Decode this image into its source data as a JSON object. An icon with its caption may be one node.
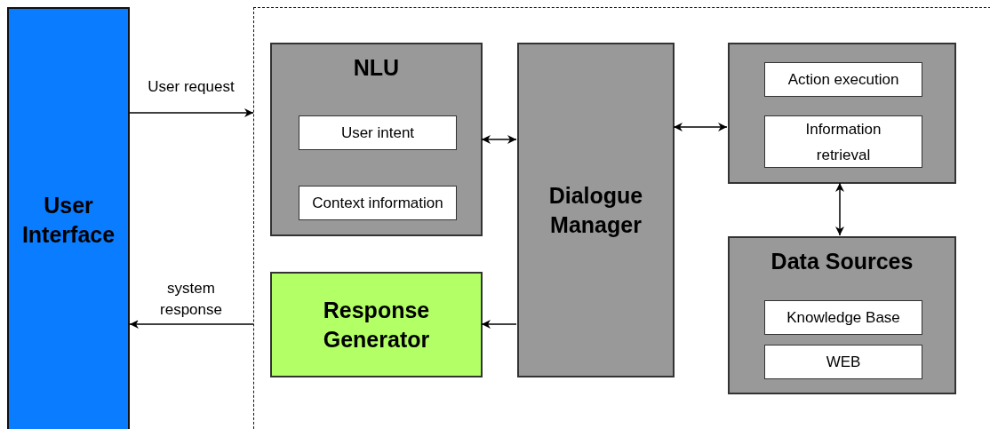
{
  "diagram": {
    "nodes": [
      {
        "text": [
          "User Interface"
        ]
      },
      {
        "text": [],
        "shape": "box"
      },
      {
        "text": [
          "NLU"
        ],
        "in": 1
      },
      {
        "text": [
          "User intent"
        ],
        "in": 2
      },
      {
        "text": [
          "Context information"
        ],
        "in": 2
      },
      {
        "text": [
          "Response Generator"
        ],
        "in": 1
      },
      {
        "text": [
          "Dialogue Manager"
        ],
        "in": 1
      },
      {
        "text": [],
        "shape": "box",
        "in": 1
      },
      {
        "text": [
          "Action execution"
        ],
        "in": 7
      },
      {
        "text": [
          "Information retrieval"
        ],
        "in": 7
      },
      {
        "text": [
          "Data Sources"
        ],
        "in": 1
      },
      {
        "text": [
          "Knowledge Base"
        ],
        "in": 10
      },
      {
        "text": [
          "WEB"
        ],
        "in": 10
      }
    ],
    "edges": [
      {
        "from": 0,
        "to": 1,
        "arrow": "to",
        "label": "User request"
      },
      {
        "from": 1,
        "to": 0,
        "arrow": "to",
        "label": "system response"
      },
      {
        "from": 2,
        "to": 6,
        "arrow": "both"
      },
      {
        "from": 6,
        "to": 5,
        "arrow": "to"
      },
      {
        "from": 6,
        "to": 7,
        "arrow": "both"
      },
      {
        "from": 7,
        "to": 10,
        "arrow": "both"
      }
    ]
  }
}
